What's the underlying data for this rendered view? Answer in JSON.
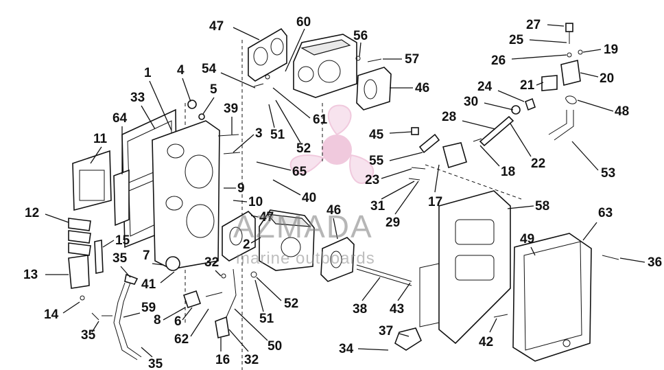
{
  "watermark": {
    "brand": "AZMADA",
    "tagline": "marine outboards",
    "logo_color": "#e7a6c8"
  },
  "callouts": [
    "47",
    "60",
    "56",
    "57",
    "27",
    "25",
    "19",
    "26",
    "20",
    "1",
    "4",
    "54",
    "5",
    "46",
    "24",
    "21",
    "48",
    "33",
    "39",
    "61",
    "30",
    "64",
    "3",
    "51",
    "45",
    "28",
    "11",
    "52",
    "65",
    "55",
    "22",
    "53",
    "23",
    "18",
    "9",
    "40",
    "17",
    "10",
    "31",
    "12",
    "47",
    "46",
    "58",
    "63",
    "15",
    "29",
    "2",
    "49",
    "35",
    "7",
    "36",
    "13",
    "41",
    "32",
    "52",
    "38",
    "43",
    "14",
    "59",
    "8",
    "6",
    "51",
    "37",
    "35",
    "62",
    "50",
    "42",
    "34",
    "16",
    "32",
    "35"
  ]
}
